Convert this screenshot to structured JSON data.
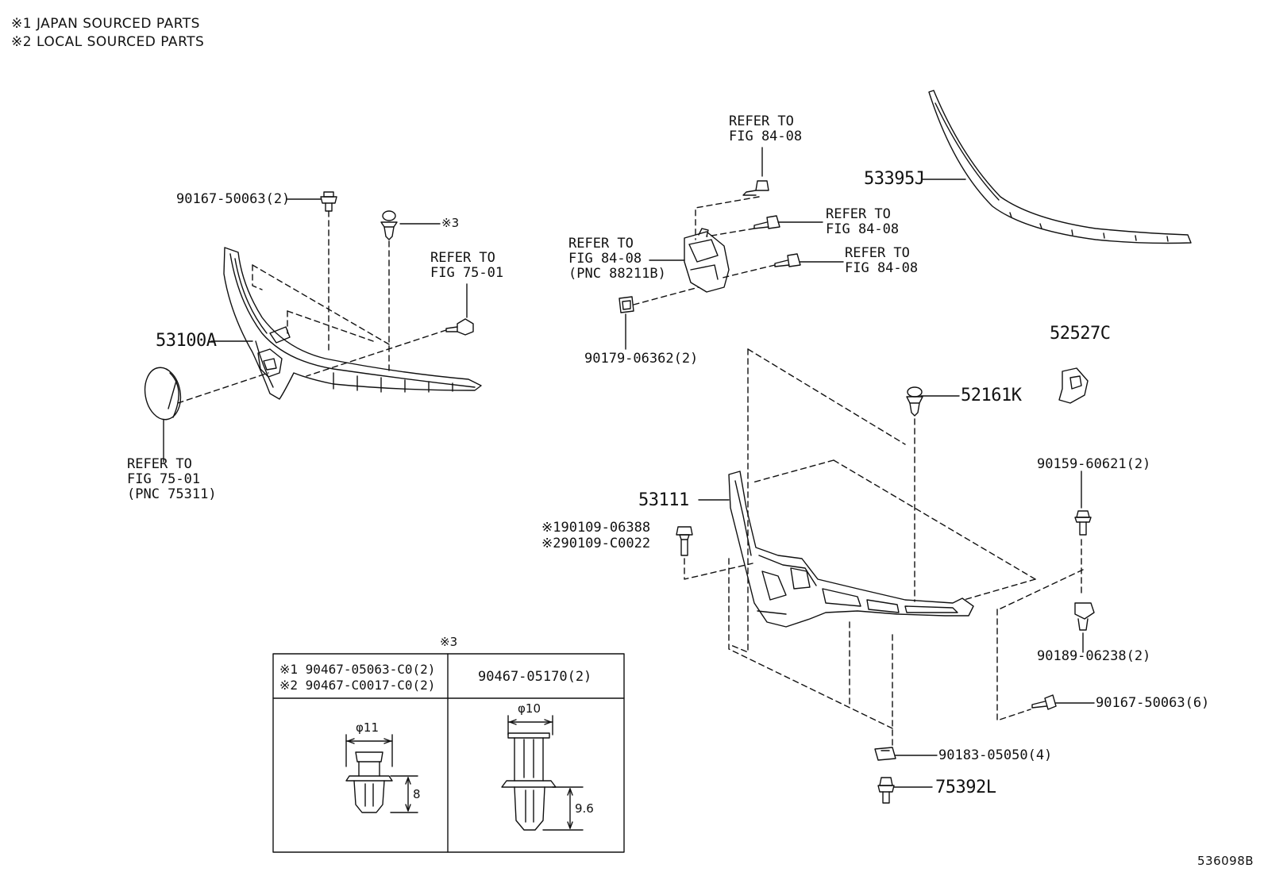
{
  "notes": {
    "line1": "※1 JAPAN SOURCED PARTS",
    "line2": "※2 LOCAL SOURCED PARTS"
  },
  "labels": {
    "p90167_top": "90167-50063(2)",
    "mark3": "※3",
    "refer_75_top": "REFER TO\nFIG 75-01",
    "p53100A": "53100A",
    "refer_75_pnc": "REFER TO\nFIG 75-01\n(PNC 75311)",
    "refer_84_top": "REFER TO\nFIG 84-08",
    "refer_84_right1": "REFER TO\nFIG 84-08",
    "refer_84_right2": "REFER TO\nFIG 84-08",
    "refer_84_pnc": "REFER TO\nFIG 84-08\n(PNC 88211B)",
    "p90179": "90179-06362(2)",
    "p53395J": "53395J",
    "p52527C": "52527C",
    "p52161K": "52161K",
    "p90159": "90159-60621(2)",
    "p53111": "53111",
    "p90109_1": "※190109-06388",
    "p90109_2": "※290109-C0022",
    "p90189": "90189-06238(2)",
    "p90167_bottom": "90167-50063(6)",
    "p90183": "90183-05050(4)",
    "p75392L": "75392L",
    "figure_id": "536098B"
  },
  "clip_table": {
    "title": "※3",
    "col1_line1": "※1 90467-05063-C0(2)",
    "col1_line2": "※2 90467-C0017-C0(2)",
    "col2": "90467-05170(2)",
    "dia1": "φ11",
    "h1": "8",
    "dia2": "φ10",
    "h2": "9.6"
  }
}
